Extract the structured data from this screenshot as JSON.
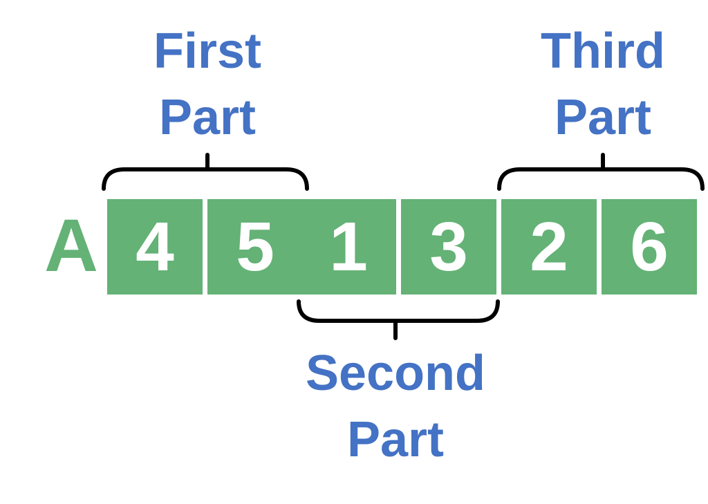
{
  "array": {
    "name": "A",
    "values": [
      "4",
      "5",
      "1",
      "3",
      "2",
      "6"
    ]
  },
  "parts": {
    "first": {
      "line1": "First",
      "line2": "Part"
    },
    "second": {
      "line1": "Second",
      "line2": "Part"
    },
    "third": {
      "line1": "Third",
      "line2": "Part"
    }
  },
  "colors": {
    "cell_fill": "#64b276",
    "cell_text": "#ffffff",
    "array_name": "#64b276",
    "label_text": "#4472c4",
    "brace": "#000000"
  }
}
